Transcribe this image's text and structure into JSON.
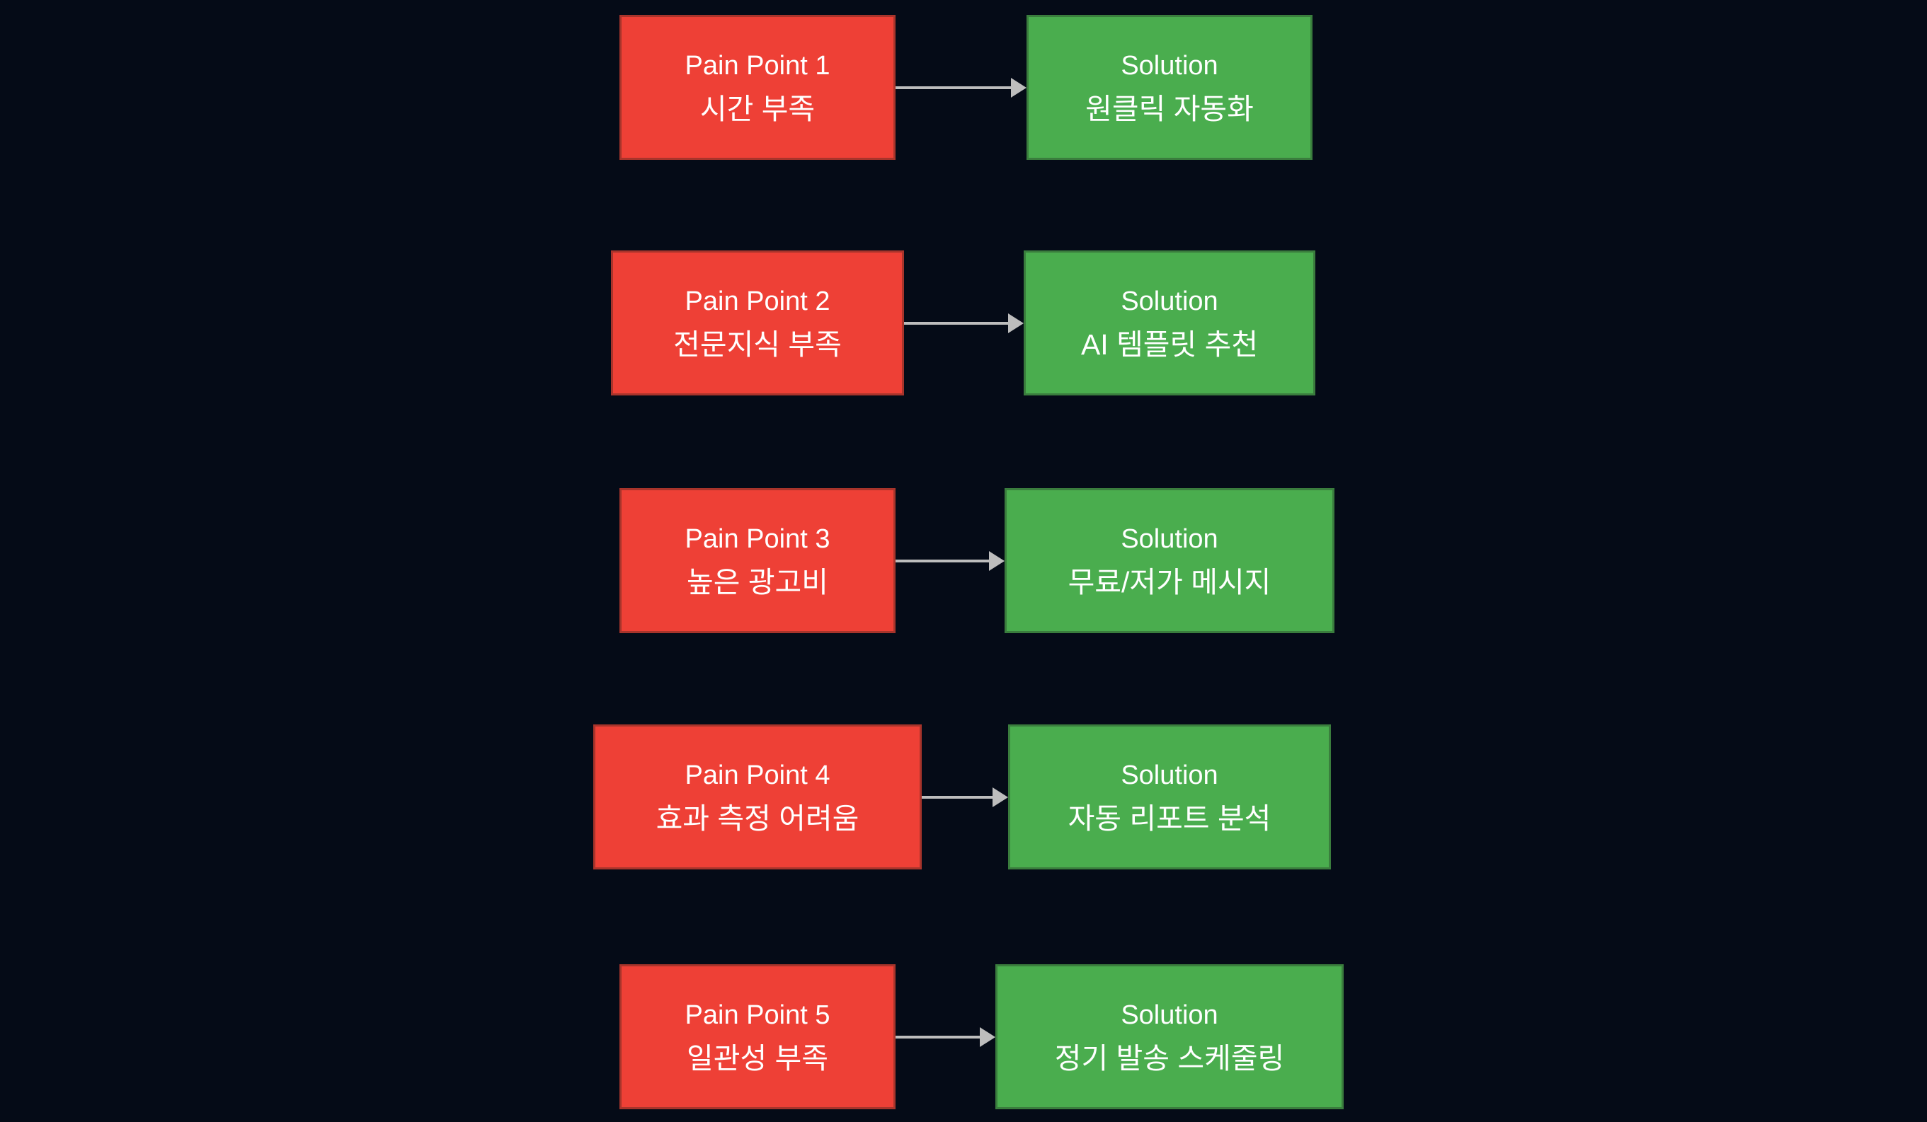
{
  "diagram": {
    "colors": {
      "background": "#050b17",
      "pain_fill": "#ee4036",
      "pain_border": "#a8342b",
      "solution_fill": "#4aad4e",
      "solution_border": "#3a7d3d",
      "arrow": "#bdbdbd",
      "text": "#ffffff"
    },
    "rows": [
      {
        "pain_title": "Pain Point 1",
        "pain_text": "시간 부족",
        "solution_title": "Solution",
        "solution_text": "원클릭 자동화"
      },
      {
        "pain_title": "Pain Point 2",
        "pain_text": "전문지식 부족",
        "solution_title": "Solution",
        "solution_text": "AI 템플릿 추천"
      },
      {
        "pain_title": "Pain Point 3",
        "pain_text": "높은 광고비",
        "solution_title": "Solution",
        "solution_text": "무료/저가 메시지"
      },
      {
        "pain_title": "Pain Point 4",
        "pain_text": "효과 측정 어려움",
        "solution_title": "Solution",
        "solution_text": "자동 리포트 분석"
      },
      {
        "pain_title": "Pain Point 5",
        "pain_text": "일관성 부족",
        "solution_title": "Solution",
        "solution_text": "정기 발송 스케줄링"
      }
    ]
  }
}
